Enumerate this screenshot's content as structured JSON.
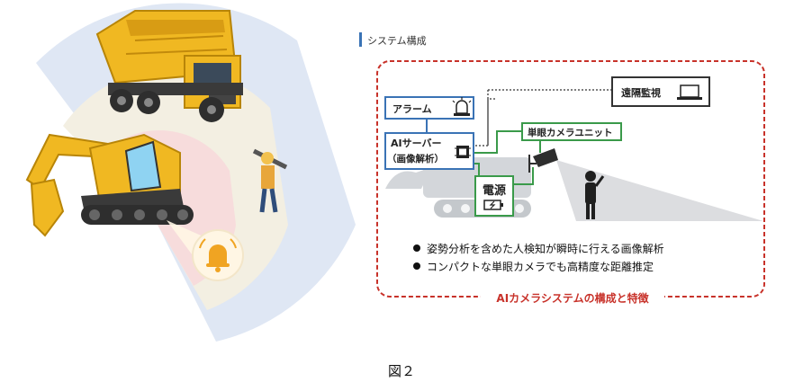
{
  "section_title": "システム構成",
  "boxes": {
    "alarm": "アラーム",
    "remote": "遠隔監視",
    "ai_server_line1": "AIサーバー",
    "ai_server_line2": "（画像解析）",
    "camera_unit": "単眼カメラユニット",
    "power": "電源"
  },
  "bullets": [
    "姿勢分析を含めた人検知が瞬時に行える画像解析",
    "コンパクトな単眼カメラでも高精度な距離推定"
  ],
  "system_caption": "AIカメラシステムの構成と特徴",
  "figure_label": "図２",
  "colors": {
    "accent_red": "#c8322a",
    "box_blue": "#3a73b5",
    "box_green": "#3a9a4a",
    "machine_yellow": "#f0b822",
    "zone_blue": "#dde6f4",
    "zone_beige": "#f3efe2",
    "zone_pink": "#f8dede"
  }
}
